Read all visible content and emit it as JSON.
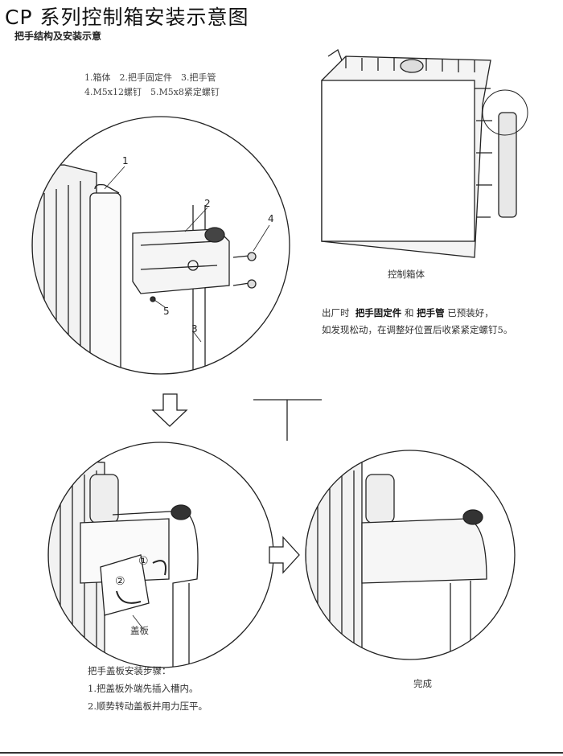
{
  "title": "CP 系列控制箱安装示意图",
  "subtitle": "把手结构及安装示意",
  "legend": {
    "line1": "1.箱体　2.把手固定件　3.把手管",
    "line2": "4.M5x12螺钉　5.M5x8紧定螺钉"
  },
  "callouts": [
    "1",
    "2",
    "3",
    "4",
    "5"
  ],
  "box_caption": "控制箱体",
  "note": {
    "prefix": "出厂时",
    "part1": "把手固定件",
    "and": "和",
    "part2": "把手管",
    "suffix": "已预装好，",
    "line2": "如发现松动，在调整好位置后收紧紧定螺钉5。"
  },
  "steps_diagram": {
    "step_marks": [
      "①",
      "②"
    ],
    "cover_label": "盖板",
    "done_label": "完成"
  },
  "steps": {
    "heading": "把手盖板安装步骤：",
    "items": [
      "1.把盖板外端先插入槽内。",
      "2.顺势转动盖板并用力压平。"
    ]
  }
}
